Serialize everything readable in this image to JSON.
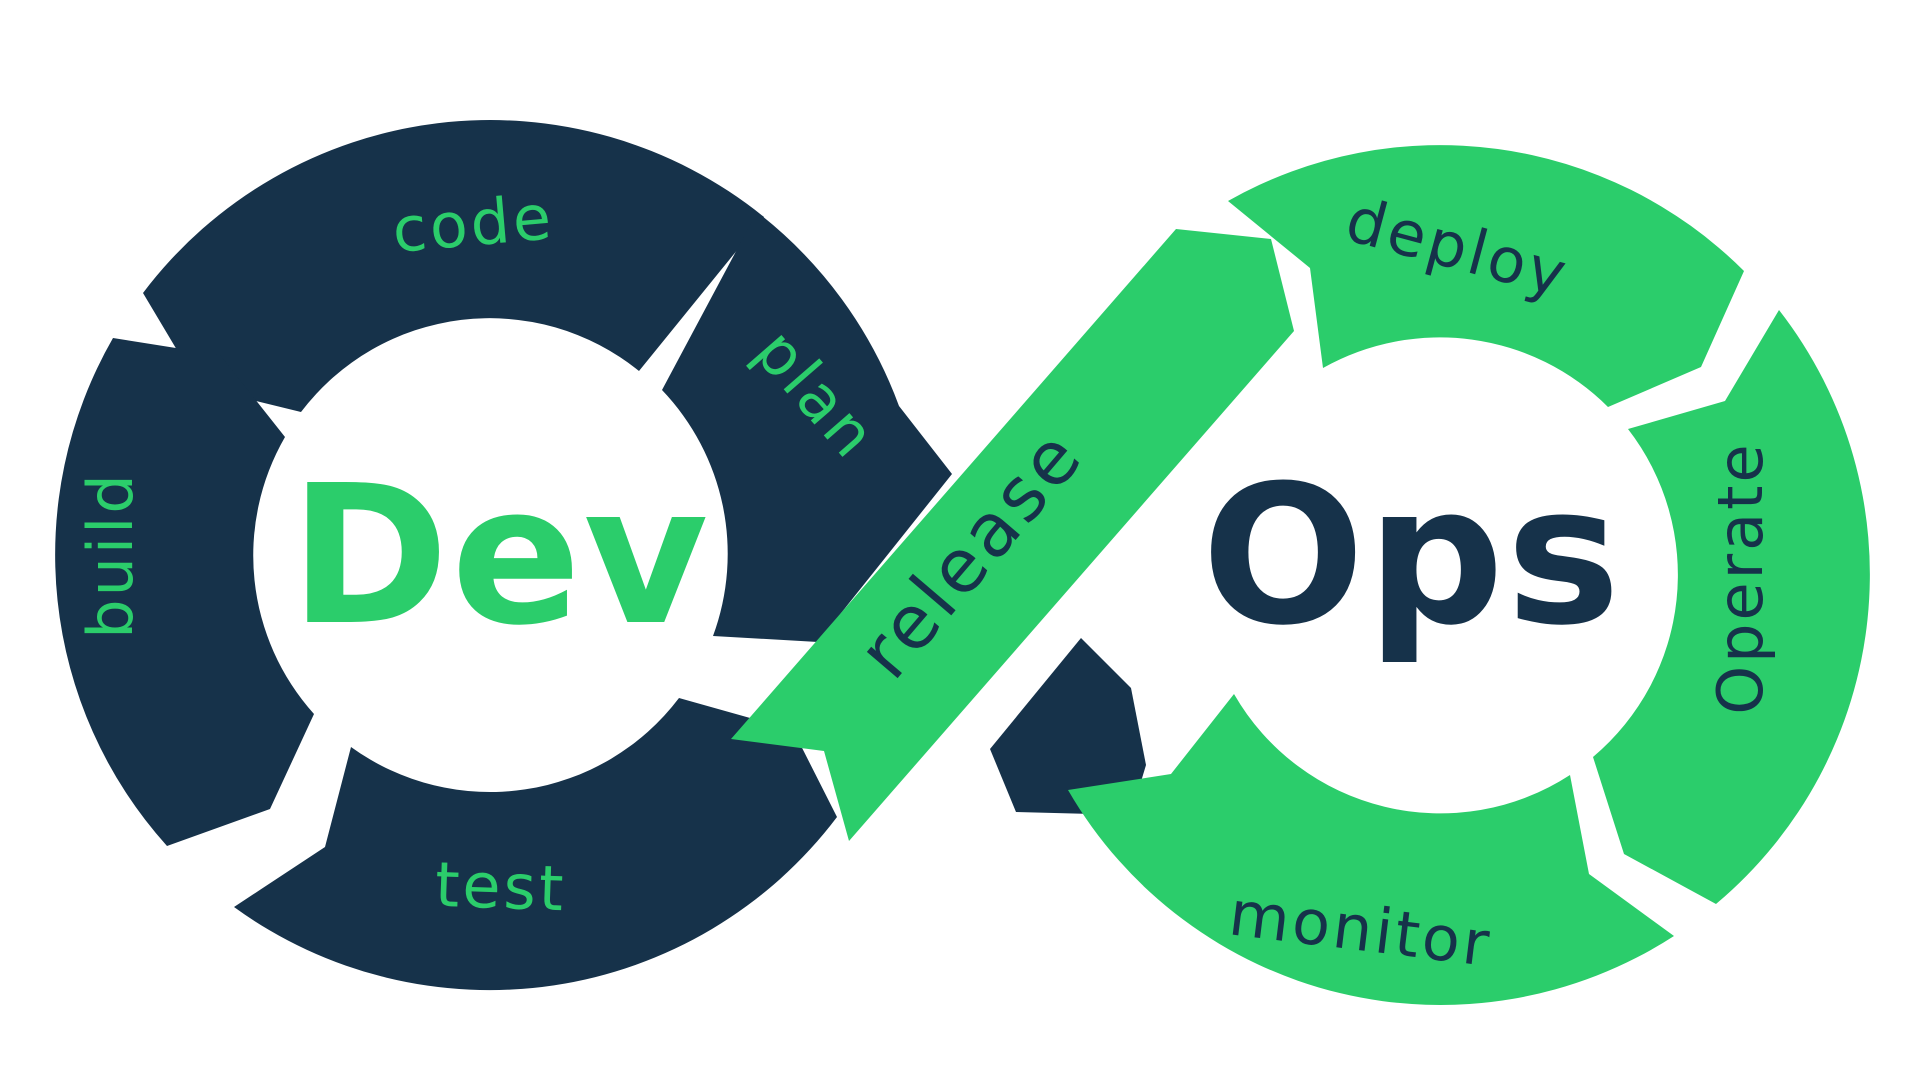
{
  "colors": {
    "navy": "#16324a",
    "green": "#2bcd6b",
    "background": "#ffffff"
  },
  "dev_loop": {
    "center_label": "Dev",
    "stages": {
      "code": "code",
      "plan": "plan",
      "build": "build",
      "test": "test"
    }
  },
  "crossover": {
    "release": "release"
  },
  "ops_loop": {
    "center_label": "Ops",
    "stages": {
      "deploy": "deploy",
      "operate": "Operate",
      "monitor": "monitor"
    }
  }
}
